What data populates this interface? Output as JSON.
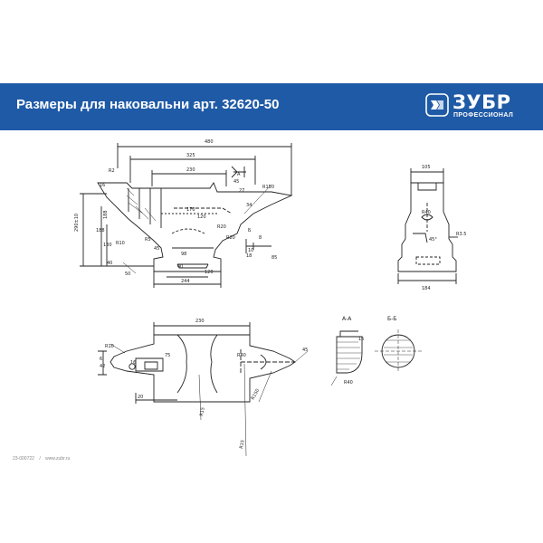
{
  "header": {
    "title": "Размеры для наковальни арт. 32620-50",
    "brand_name": "ЗУБР",
    "brand_subtitle": "ПРОФЕССИОНАЛ",
    "banner_color": "#1f5aa6"
  },
  "section_labels": {
    "a": "А-А",
    "b": "Б-Б"
  },
  "dimensions": {
    "side_view": [
      "480",
      "325",
      "230",
      "170",
      "120",
      "45",
      "27",
      "34",
      "R150",
      "R2",
      "16",
      "R20",
      "50",
      "188",
      "18",
      "130",
      "8",
      "R10",
      "R5",
      "10",
      "120",
      "244",
      "40",
      "85",
      "290±10",
      "188",
      "Б",
      "А",
      "40",
      "45",
      "98",
      "R20"
    ],
    "end_view": [
      "105",
      "R40",
      "184",
      "R3.5",
      "45°"
    ],
    "plan_view": [
      "230",
      "R10",
      "42",
      "6",
      "20",
      "16",
      "R150",
      "R15",
      "R15",
      "45",
      "R40",
      "75"
    ],
    "section": [
      "R40",
      "15"
    ]
  },
  "footer": {
    "code": "23-000722",
    "separator": "/",
    "site": "www.zubr.ru"
  }
}
